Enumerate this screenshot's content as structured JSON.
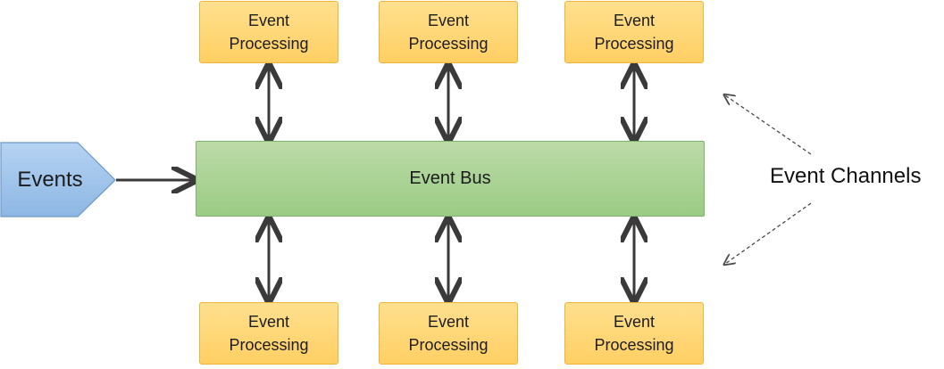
{
  "events_label": "Events",
  "bus_label": "Event Bus",
  "channels_label": "Event Channels",
  "processors_top": [
    {
      "line1": "Event",
      "line2": "Processing"
    },
    {
      "line1": "Event",
      "line2": "Processing"
    },
    {
      "line1": "Event",
      "line2": "Processing"
    }
  ],
  "processors_bottom": [
    {
      "line1": "Event",
      "line2": "Processing"
    },
    {
      "line1": "Event",
      "line2": "Processing"
    },
    {
      "line1": "Event",
      "line2": "Processing"
    }
  ],
  "colors": {
    "processor_fill": "#ffd66f",
    "processor_border": "#f0b43a",
    "bus_fill": "#a9d28f",
    "bus_border": "#7fb26a",
    "events_fill": "#9cc2ea",
    "events_border": "#6f98c8",
    "arrow": "#3a3a3a"
  }
}
